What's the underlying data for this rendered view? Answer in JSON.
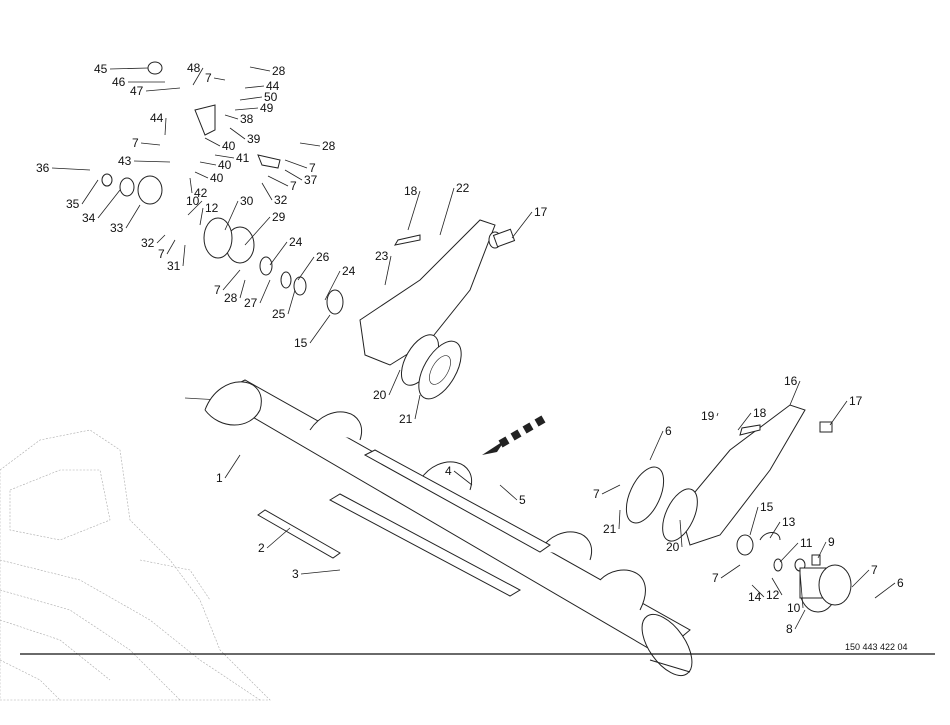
{
  "diagram": {
    "labels": [
      "45",
      "46",
      "47",
      "48",
      "7",
      "28",
      "44",
      "50",
      "49",
      "38",
      "44",
      "39",
      "7",
      "28",
      "40",
      "41",
      "43",
      "7",
      "40",
      "36",
      "37",
      "7",
      "32",
      "40",
      "42",
      "35",
      "34",
      "33",
      "10",
      "12",
      "30",
      "29",
      "32",
      "7",
      "31",
      "24",
      "26",
      "24",
      "7",
      "28",
      "27",
      "25",
      "15",
      "18",
      "22",
      "17",
      "23",
      "20",
      "21",
      "1",
      "2",
      "3",
      "4",
      "5",
      "19",
      "18",
      "16",
      "17",
      "6",
      "7",
      "21",
      "20",
      "15",
      "13",
      "11",
      "9",
      "7",
      "14",
      "12",
      "10",
      "7",
      "6",
      "8"
    ],
    "reference_number": "150 443 422 04"
  }
}
